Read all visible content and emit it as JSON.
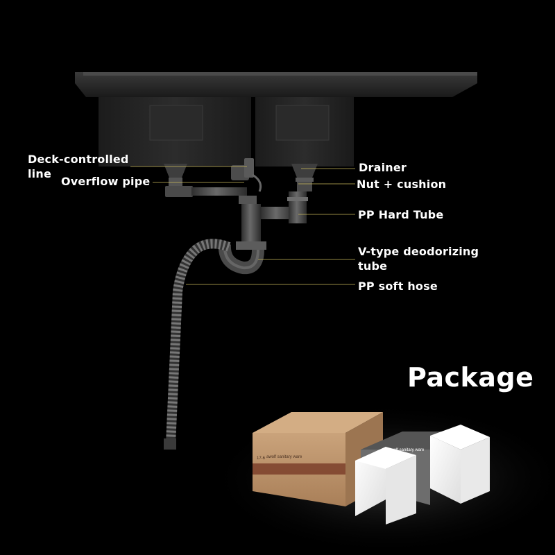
{
  "labels": {
    "deck_controlled_line": "Deck-controlled line",
    "overflow_pipe": "Overflow pipe",
    "drainer": "Drainer",
    "nut_cushion": "Nut + cushion",
    "pp_hard_tube": "PP Hard Tube",
    "v_type_tube": "V-type deodorizing tube",
    "pp_soft_hose": "PP soft hose"
  },
  "package": {
    "title": "Package",
    "brand_text": "awolf sanitary ware",
    "box_size_code": "17-6"
  },
  "colors": {
    "background": "#000000",
    "text": "#ffffff",
    "leader_line": "#c9b85a",
    "sink_body": "#262626",
    "carton": "#b98f64",
    "foam": "#f4f4f4"
  }
}
